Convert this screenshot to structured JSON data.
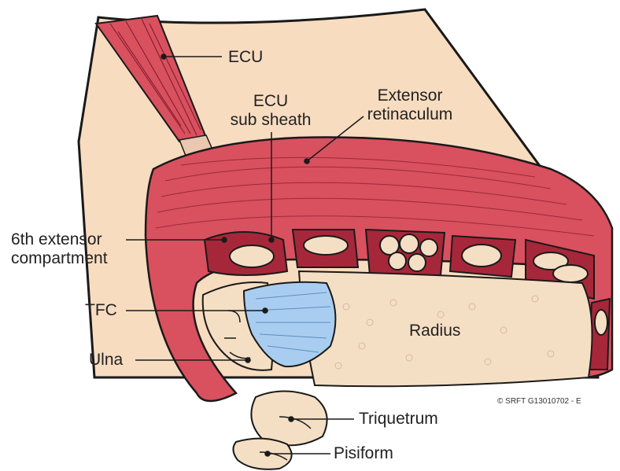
{
  "labels": {
    "ecu": "ECU",
    "ecu_sub_sheath_1": "ECU",
    "ecu_sub_sheath_2": "sub sheath",
    "extensor_ret_1": "Extensor",
    "extensor_ret_2": "retinaculum",
    "sixth_comp_1": "6th extensor",
    "sixth_comp_2": "compartment",
    "tfc": "TFC",
    "ulna": "Ulna",
    "radius": "Radius",
    "triquetrum": "Triquetrum",
    "pisiform": "Pisiform"
  },
  "copyright": "© SRFT G13010702 - E",
  "colors": {
    "skin": "#f7dcc0",
    "muscle": "#d9505f",
    "muscle_dark": "#a7273a",
    "bone": "#f5dfc4",
    "tfc": "#a9cdf0",
    "outline": "#1a1a1a"
  }
}
